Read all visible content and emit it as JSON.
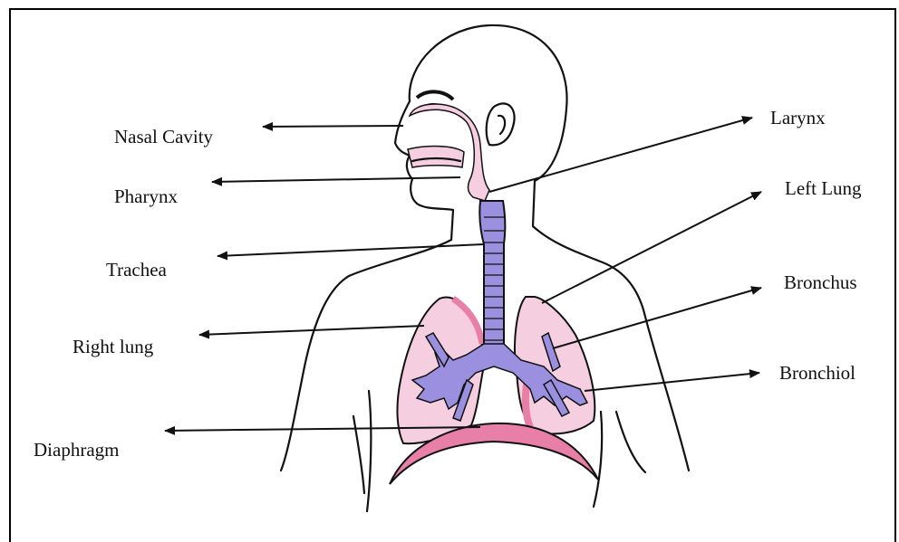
{
  "labels": {
    "nasal_cavity": "Nasal Cavity",
    "pharynx": "Pharynx",
    "trachea": "Trachea",
    "right_lung": "Right lung",
    "diaphragm": "Diaphragm",
    "larynx": "Larynx",
    "left_lung": "Left Lung",
    "bronchus": "Bronchus",
    "bronchiol": "Bronchiol"
  },
  "colors": {
    "airway_pink": "#f5cfe0",
    "trachea_purple": "#9b8fe0",
    "diaphragm_pink": "#e77fa6",
    "outline": "#111111"
  }
}
